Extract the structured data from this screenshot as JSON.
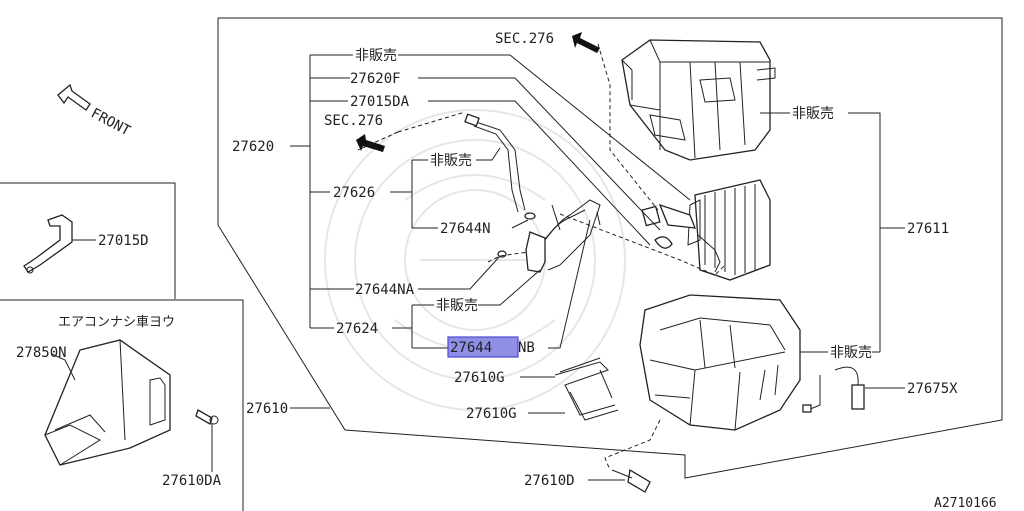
{
  "diagram": {
    "figure_id": "A2710166",
    "front_label": "FRONT",
    "parts": {
      "p27620": "27620",
      "p27620f": "27620F",
      "p27015da": "27015DA",
      "p27626": "27626",
      "p27644n": "27644N",
      "p27644na": "27644NA",
      "p27624": "27624",
      "p27644nb_hl": "27644",
      "p27644nb_tail": "NB",
      "p27610g_a": "27610G",
      "p27610g_b": "27610G",
      "p27610": "27610",
      "p27611": "27611",
      "p27675x": "27675X",
      "p27610d": "27610D",
      "p27015d": "27015D",
      "p27850n": "27850N",
      "p27610da": "27610DA"
    },
    "sec_refs": {
      "sec_top": "SEC.276",
      "sec_left": "SEC.276"
    },
    "not_for_sale": {
      "nfs1": "非販売",
      "nfs2": "非販売",
      "nfs3": "非販売",
      "nfs4": "非販売",
      "nfs5": "非販売"
    },
    "inset": {
      "title": "エアコンナシ車ヨウ"
    },
    "colors": {
      "highlight_fill": "#8f8fe6",
      "highlight_border": "#4a4ad0",
      "line": "#222222"
    }
  }
}
